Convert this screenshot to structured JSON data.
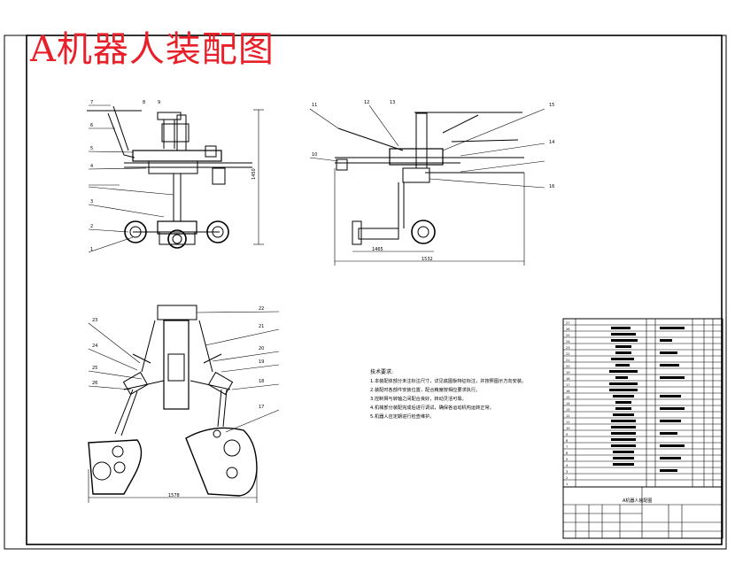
{
  "drawing": {
    "title": "A机器人装配图",
    "notes_title": "技术要求:",
    "notes": [
      "1.本装配体部分未注标注尺寸，详见底图板特征标注，并按照图示方向安装。",
      "2.装配时各部件安装位置，配合精度按相应要求执行。",
      "3.控制臂与转轴之间配合良好，转动灵活可靠。",
      "4.机械部分装配完成后进行调试，确保各运动机构运转正常。",
      "5.机器人应定期进行检查维护。"
    ],
    "titleblock_name": "A机器人装配图"
  },
  "dimensions": {
    "front_height": "1450",
    "side_overall": "1532",
    "side_base": "1465",
    "top_width": "1578"
  },
  "balloons": {
    "front_view": [
      "7",
      "8",
      "9",
      "6",
      "5",
      "4",
      "3",
      "2",
      "1"
    ],
    "side_view_left": [
      "11",
      "10"
    ],
    "side_view_top": [
      "12",
      "13"
    ],
    "side_view_right": [
      "15",
      "14",
      "16"
    ],
    "plan_view_left": [
      "23",
      "24",
      "25",
      "26"
    ],
    "plan_view_right": [
      "22",
      "21",
      "20",
      "19",
      "18",
      "17"
    ]
  },
  "parts_list": {
    "rows": [
      "27",
      "26",
      "25",
      "24",
      "23",
      "22",
      "21",
      "20",
      "19",
      "18",
      "17",
      "16",
      "15",
      "14",
      "13",
      "12",
      "11",
      "10",
      "9",
      "8",
      "7",
      "6",
      "5",
      "4",
      "3",
      "2",
      "1"
    ]
  },
  "colors": {
    "title": "#e8202a",
    "line": "#000000"
  }
}
